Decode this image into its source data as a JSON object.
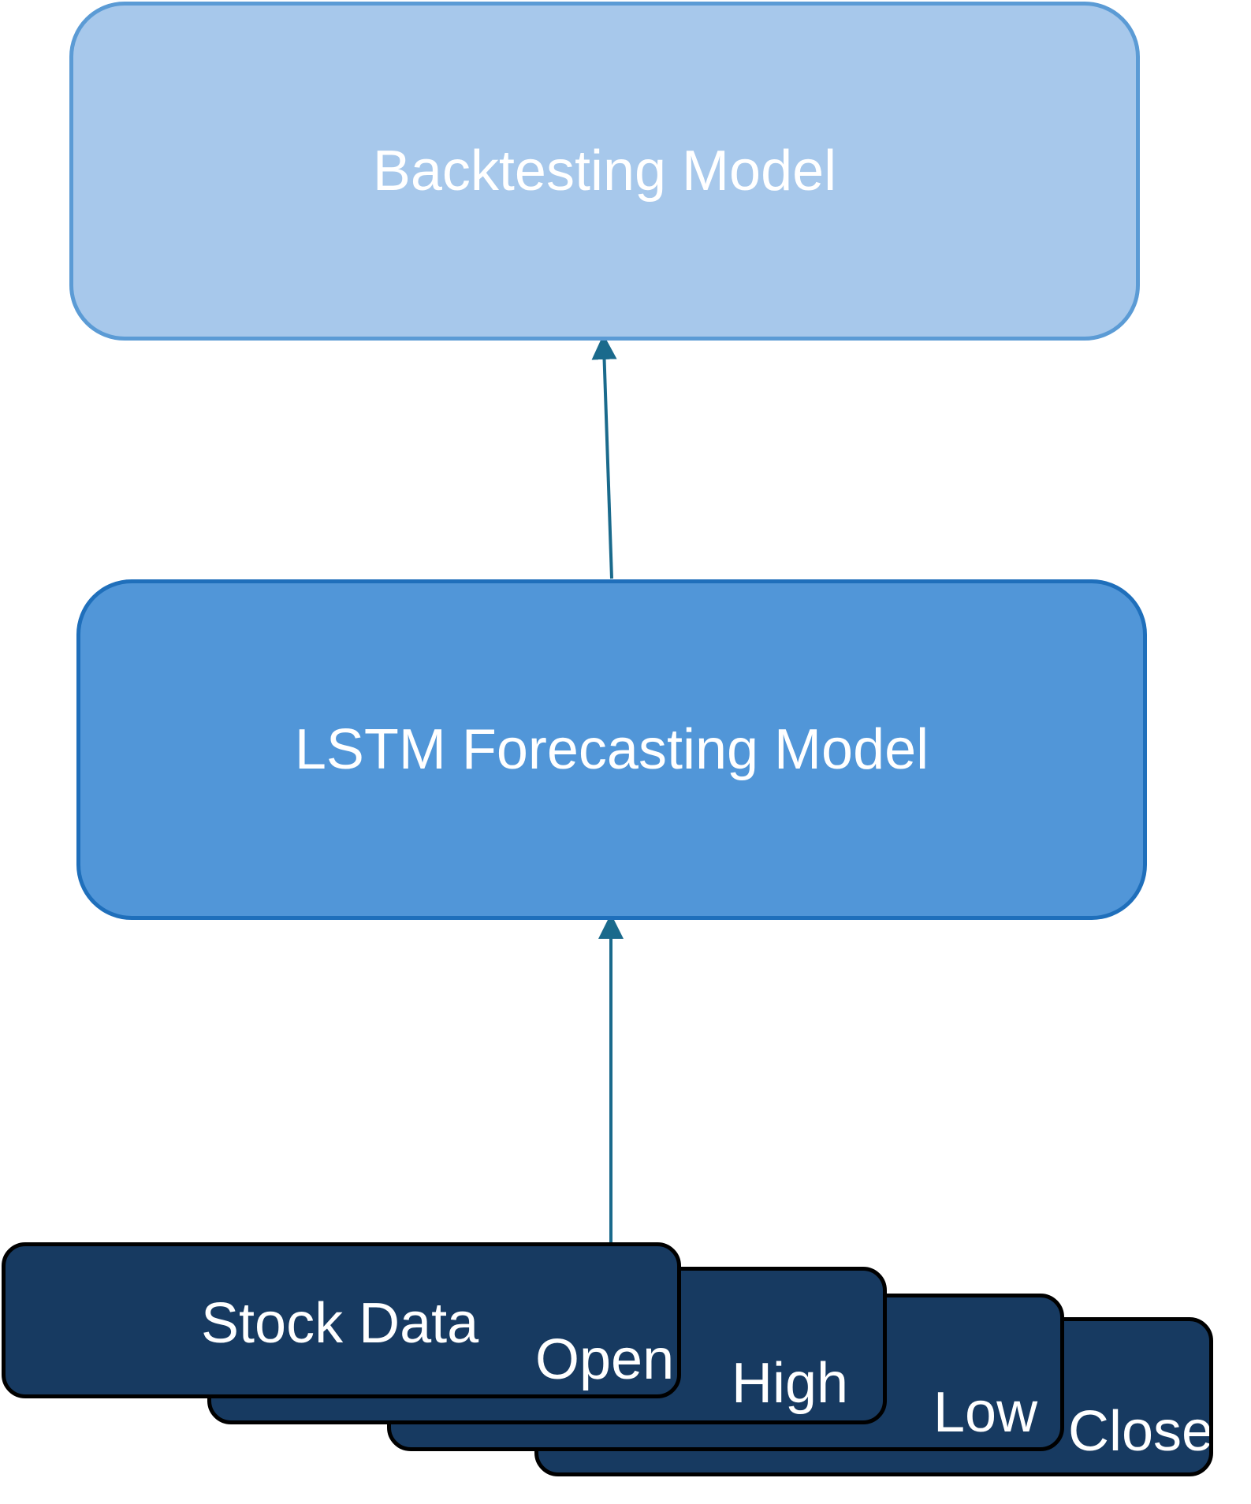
{
  "diagram": {
    "backtesting": {
      "label": "Backtesting Model"
    },
    "lstm": {
      "label": "LSTM Forecasting Model"
    },
    "stock_data": {
      "label": "Stock Data"
    },
    "features": [
      {
        "label": "Open"
      },
      {
        "label": "High"
      },
      {
        "label": "Low"
      },
      {
        "label": "Close"
      }
    ]
  },
  "colors": {
    "backtesting_fill": "#a7c8eb",
    "backtesting_border": "#5b9bd5",
    "lstm_fill": "#5196d8",
    "lstm_border": "#1f6fbb",
    "data_fill": "#173a61",
    "arrow": "#1a6a8c"
  }
}
